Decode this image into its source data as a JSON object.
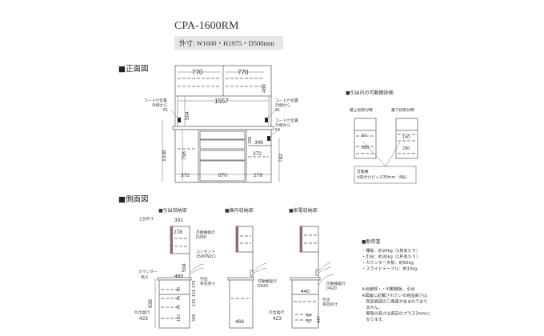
{
  "title": "CPA-1600RM",
  "spec": "外寸: W1600・H1975・D500mm",
  "front": {
    "heading": "■正面図",
    "dims": {
      "door_left": "770",
      "door_right": "770",
      "upper_h": "489",
      "inner_w": "1557",
      "open_h": "504",
      "left_w": "372",
      "mid_w": "670",
      "right_w": "279",
      "left_h": "798",
      "total_h": "1038",
      "right_h": "782",
      "shelf_h": "288",
      "shelf_w": "346",
      "right_inner_w": "372"
    },
    "cord_left": [
      "コード穴位置",
      "外側から",
      "61"
    ],
    "cord_right": [
      "コード穴位置",
      "外側から",
      "61"
    ],
    "cord_right2": [
      "コード穴位置",
      "外側から",
      "54"
    ]
  },
  "detail": {
    "heading": "■引出内の可動棚詳細",
    "top_label": "最上段取付時",
    "bottom_label": "最下段取付時",
    "top_dims": [
      "50",
      "380"
    ],
    "bottom_dims": [
      "140",
      "290"
    ],
    "note": [
      "可動棚",
      "※取付けピッチ30mm（4段）"
    ]
  },
  "side": {
    "heading": "■側面図",
    "drawer": {
      "heading": "■引出収納部",
      "top_depth_label": "上台外寸",
      "top_depth": "331",
      "inner_depth": "278",
      "shelf_label": [
        "可動棚奥行",
        "D260"
      ],
      "outlet_label": [
        "コンセント",
        "1500W2口"
      ],
      "open_h": "504",
      "counter_label": [
        "カウンター",
        "高さ"
      ],
      "counter_h": "469",
      "drawer_label": [
        "引出",
        "有効内寸"
      ],
      "drawer_dims": [
        "70",
        "70",
        "70",
        "162"
      ],
      "outer_dims": [
        "179",
        "116",
        "115",
        "268"
      ],
      "lower_h": "938",
      "drawer_depth_label": "引出奥行",
      "drawer_depth": "423"
    },
    "cabinet": {
      "heading": "■庫内収納部",
      "shelf_label": [
        "可動棚奥行",
        "D420"
      ],
      "depth": "468"
    },
    "appliance": {
      "heading": "■家電収納部",
      "width": "440",
      "shelf_label": [
        "可動棚奥行",
        "D420"
      ],
      "drawer_label": [
        "引出",
        "有効内寸"
      ],
      "drawer_depth_label": "引出奥行",
      "drawer_depth": "423",
      "drawer_dims": [
        "64",
        "92"
      ],
      "lower_h": "447"
    }
  },
  "load": {
    "heading": "■耐荷重",
    "items": [
      "・棚板：約20kg（1枚あたり）",
      "・引出：約30kg（1杯あたり）",
      "・カウンター天板：約50kg",
      "・スライドテーブル：約10kg"
    ]
  },
  "notes": [
    "※点線部・・可動棚板、引出",
    "※図面に記載されている商品高さは",
    "　商品底部の三角座が含まれており",
    "　ません。",
    "　実際の高さは表記のプラス3mmに",
    "　なります。"
  ]
}
